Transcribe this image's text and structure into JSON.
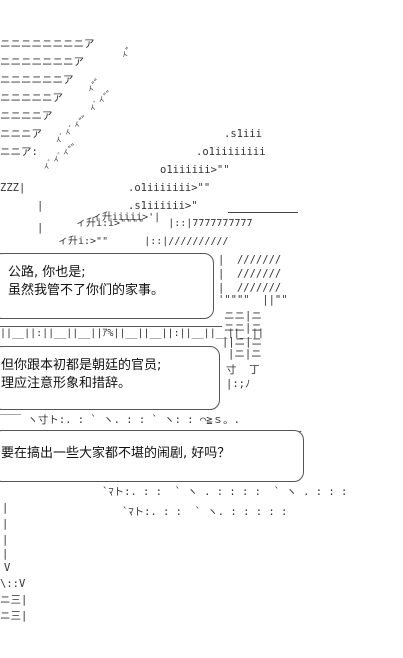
{
  "left_art": [
    "ニニニニニニニニア",
    "ニニニニニニニア",
    "ニニニニニニア",
    "ニニニニニア",
    "ニニニニア",
    "ニニニア",
    "ニニア:",
    "ZZZ|",
    "   |",
    "   |"
  ],
  "diagonal_art": [
    "ィ\"",
    "ィ\"\"",
    "ィﾞィ\"\"",
    "ィﾞィﾞィ\"\"",
    "ィﾞィﾞィ\"\""
  ],
  "right_art": [
    ".s1iii",
    ".o1iiiiiiii",
    "o1iiiiii>\"\"",
    ".o1iiiiiii>\"\"",
    ".s1iiiiii>\"",
    "ィ升iiiii>'|",
    "ィ升i:i>\"\"\"\"    |::|7777777777",
    "ィ升i:>\"\"      |::|//////////"
  ],
  "right_side_art": [
    "|  ///////",
    "|  ///////",
    "|  ///////",
    "'\"\"\"\"  ||\"\"",
    "ニニ|ニ",
    "ニニ|ニ",
    "||ニ|ニ",
    "|ニ|ニ",
    "寸  丁",
    "|:;ﾉ"
  ],
  "rail_art": "||__||:||__||__||ｱ%||__||__||:||__||__||__||",
  "mid_art": [
    "￣￣ ヽ寸ト:. : ` ヽ. : : ` ヽ: : ⌒≧ｓ。.",
    "` ̄",
    "`ﾏト:. : :  ` ヽ . : : : :  ` ヽ . : : :",
    "`ﾏト:. : :  ` ヽ. : : : : :"
  ],
  "bottom_left_art": [
    "|",
    "|",
    "|",
    "|",
    "V",
    "\\::V",
    "ニ三|",
    "ニ三|"
  ],
  "bubbles": [
    {
      "lines": [
        "公路, 你也是;",
        "虽然我管不了你们的家事。"
      ]
    },
    {
      "lines": [
        "但你跟本初都是朝廷的官员;",
        "理应注意形象和措辞。"
      ]
    },
    {
      "lines": [
        "要在搞出一些大家都不堪的闹剧, 好吗？"
      ]
    }
  ]
}
